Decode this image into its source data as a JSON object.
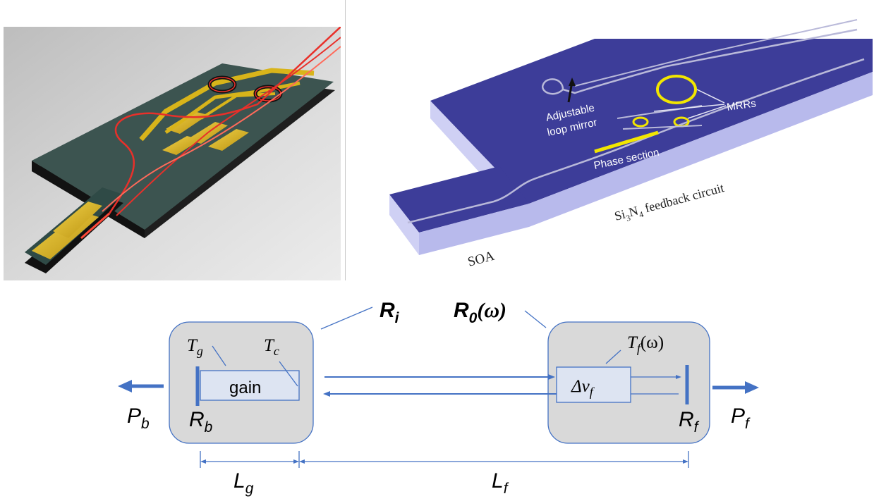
{
  "top_right": {
    "loop_mirror_label_1": "Adjustable",
    "loop_mirror_label_2": "loop mirror",
    "mrr_label": "MRRs",
    "phase_label": "Phase section",
    "feedback_label_si": "Si",
    "feedback_label_sub3": "3",
    "feedback_label_n": "N",
    "feedback_label_sub4": "4",
    "feedback_label_rest": " feedback circuit",
    "soa_label": "SOA"
  },
  "diagram": {
    "Ri_main": "R",
    "Ri_sub": "i",
    "R0_main": "R",
    "R0_sub": "0",
    "R0_arg": "(ω)",
    "Tg_main": "T",
    "Tg_sub": "g",
    "Tc_main": "T",
    "Tc_sub": "c",
    "gain_label": "gain",
    "Tf_main": "T",
    "Tf_sub": "f",
    "Tf_arg": "(ω)",
    "filter_main": "Δν",
    "filter_sub": "f",
    "Pb_main": "P",
    "Pb_sub": "b",
    "Rb_main": "R",
    "Rb_sub": "b",
    "Rf_main": "R",
    "Rf_sub": "f",
    "Pf_main": "P",
    "Pf_sub": "f",
    "Lg_main": "L",
    "Lg_sub": "g",
    "Lf_main": "L",
    "Lf_sub": "f"
  },
  "colors": {
    "chip_blue": "#3d3d99",
    "line_blue": "#4472c4",
    "box_gray": "#d9d9d9",
    "gold": "#d8b41a",
    "laser_red": "#e8302a"
  }
}
